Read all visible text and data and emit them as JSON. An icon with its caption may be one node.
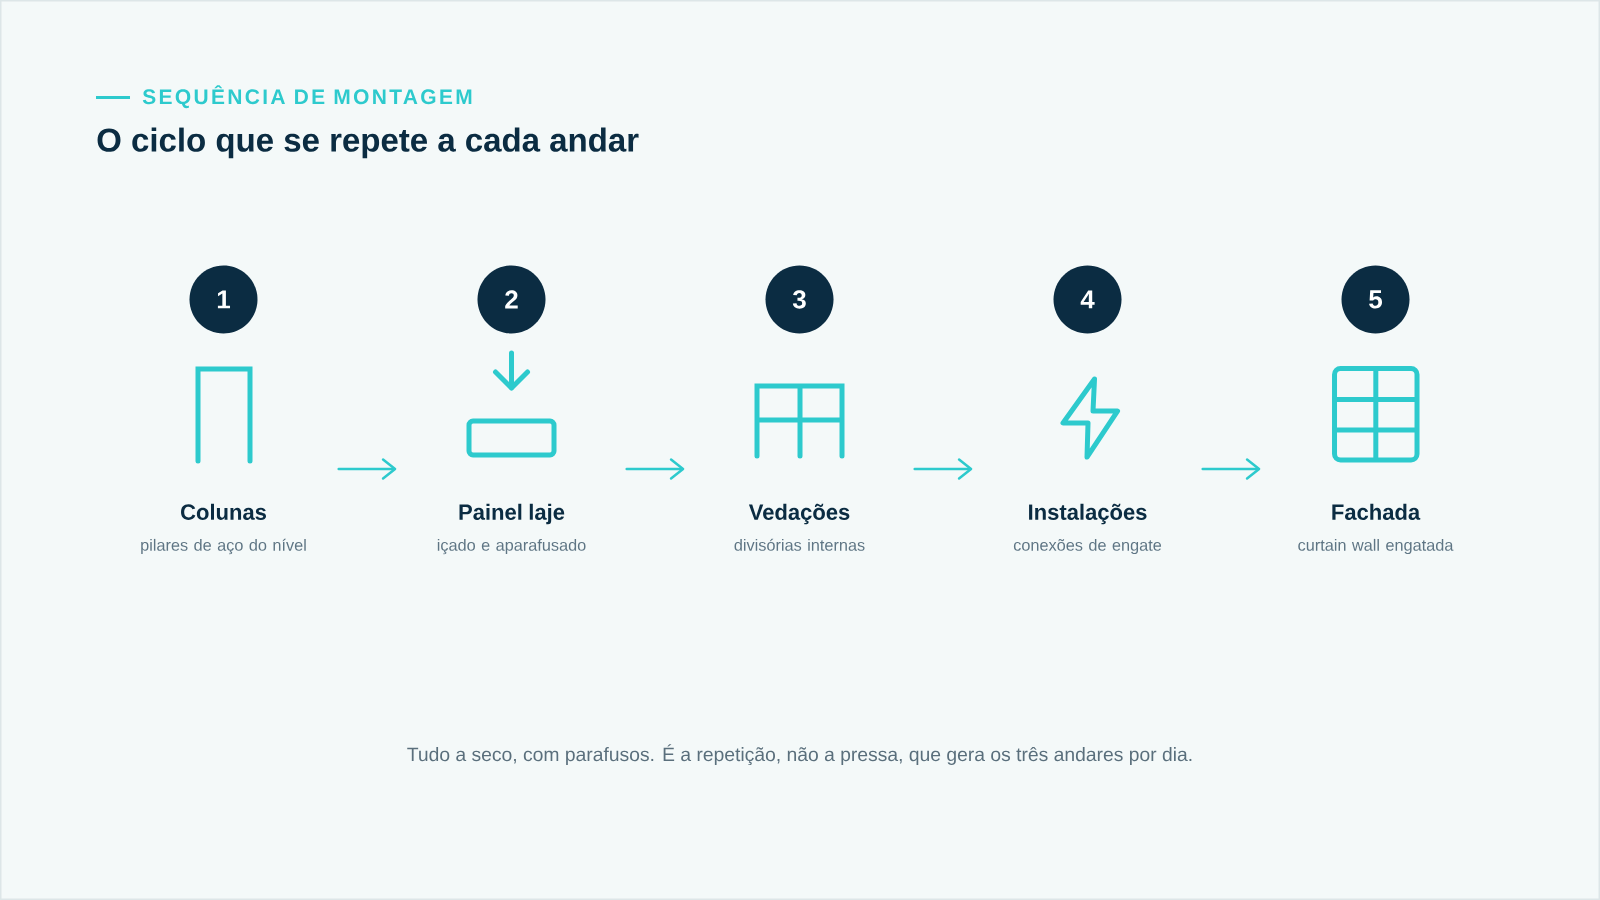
{
  "diagram": {
    "title": "O ciclo que se repete a cada andar",
    "caption": "Tudo a seco, com parafusos. É a repetição, não a pressa, que gera os três andares por dia.",
    "nodes": [
      {
        "text": [
          "1"
        ]
      },
      {
        "text": [
          "Colunas",
          "pilares de aço do nível"
        ]
      },
      {
        "text": [
          "2"
        ]
      },
      {
        "text": [
          "Painel laje",
          "içado e aparafusado"
        ]
      },
      {
        "text": [
          "3"
        ]
      },
      {
        "text": [
          "Vedações",
          "divisórias internas"
        ]
      },
      {
        "text": [
          "4"
        ]
      },
      {
        "text": [
          "Instalações",
          "conexões de engate"
        ]
      },
      {
        "text": [
          "5"
        ]
      },
      {
        "text": [
          "Fachada",
          "curtain wall engatada"
        ]
      }
    ],
    "edges": [
      {
        "from": 1,
        "to": 3,
        "arrow": "to"
      },
      {
        "from": 3,
        "to": 5,
        "arrow": "to"
      },
      {
        "from": 5,
        "to": 7,
        "arrow": "to"
      },
      {
        "from": 7,
        "to": 9,
        "arrow": "to"
      }
    ],
    "labels": [
      "SEQUÊNCIA DE MONTAGEM"
    ]
  }
}
